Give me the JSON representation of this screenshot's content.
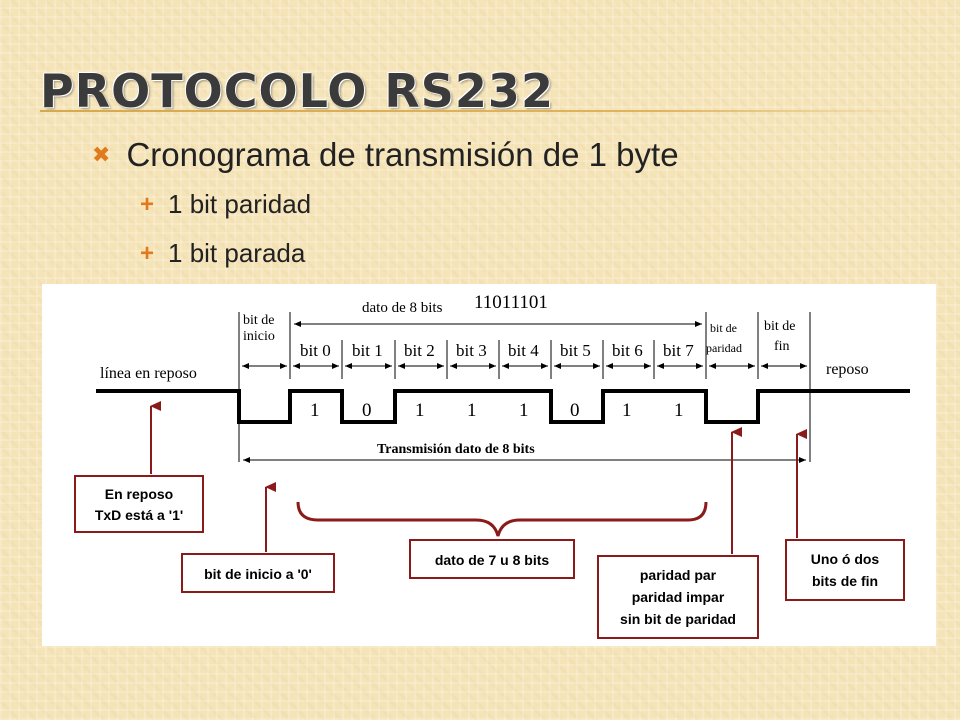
{
  "slide": {
    "title": "Protocolo RS232",
    "bullets": [
      {
        "level": 1,
        "text": "Cronograma de transmisión de 1 byte"
      },
      {
        "level": 2,
        "text": "1 bit paridad"
      },
      {
        "level": 2,
        "text": "1 bit parada"
      }
    ]
  },
  "colors": {
    "accent": "#e07a1c",
    "callout_border": "#8b1a1a",
    "signal": "#000000"
  },
  "icons": {
    "level1_bullet": "cross-bullet-icon",
    "level2_bullet": "plus-bullet-icon"
  },
  "diagram": {
    "labels": {
      "line_rest": "línea en reposo",
      "rest": "reposo",
      "data_8_bits": "dato de 8 bits",
      "data_value": "11011101",
      "start_bit_line1": "bit de",
      "start_bit_line2": "inicio",
      "parity_line1": "bit de",
      "parity_line2": "paridad",
      "stop_line1": "bit de",
      "stop_line2": "fin",
      "transmission": "Transmisión dato de 8 bits"
    },
    "bit_labels": [
      "bit 0",
      "bit 1",
      "bit 2",
      "bit 3",
      "bit 4",
      "bit 5",
      "bit 6",
      "bit 7"
    ],
    "bit_values": [
      "1",
      "0",
      "1",
      "1",
      "1",
      "0",
      "1",
      "1"
    ],
    "callouts": {
      "rest": [
        "En reposo",
        "TxD está a '1'"
      ],
      "start": [
        "bit de inicio a '0'"
      ],
      "data": [
        "dato de 7 u 8 bits"
      ],
      "parity": [
        "paridad par",
        "paridad impar",
        "sin bit de paridad"
      ],
      "stop": [
        "Uno ó dos",
        "bits de fin"
      ]
    }
  }
}
